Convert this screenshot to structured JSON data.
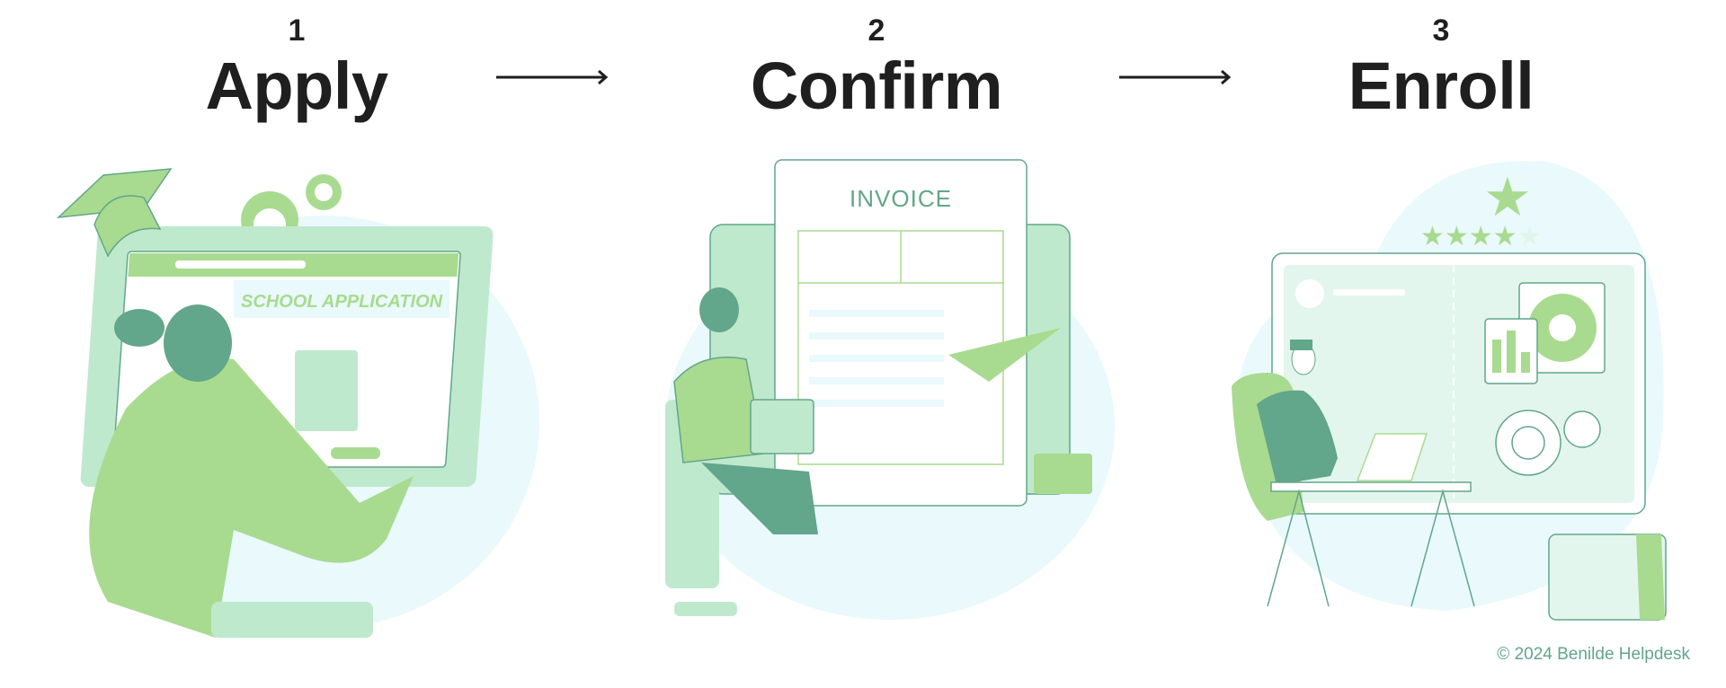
{
  "steps": [
    {
      "number": "1",
      "title": "Apply",
      "screen_text": "SCHOOL APPLICATION"
    },
    {
      "number": "2",
      "title": "Confirm",
      "document_text": "INVOICE"
    },
    {
      "number": "3",
      "title": "Enroll",
      "rating_stars": 4,
      "rating_max": 5
    }
  ],
  "footer": {
    "copyright": "© 2024 Benilde Helpdesk"
  },
  "colors": {
    "green": "#a8db8f",
    "pale_green": "#bfe9cc",
    "teal": "#62a68b",
    "sky": "#e9f9fc",
    "text": "#1f1f1f"
  }
}
